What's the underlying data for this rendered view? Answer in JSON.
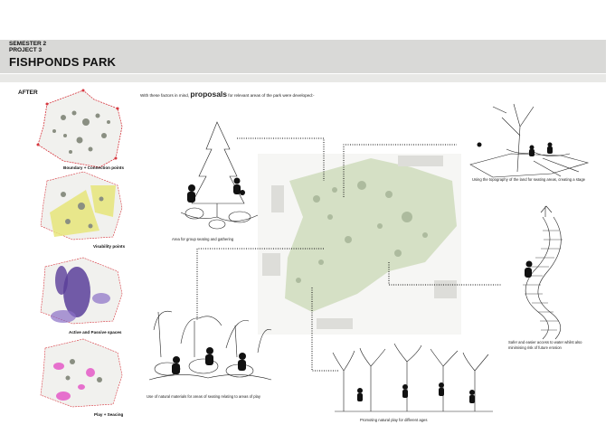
{
  "header": {
    "semester": "SEMESTER 2",
    "project": "PROJECT 3",
    "title": "FISHPONDS PARK"
  },
  "section_label": "AFTER",
  "intro": {
    "before": "With these factors in mind, ",
    "highlight": "proposals",
    "after": " for relevant areas of the park were developed:-"
  },
  "analysis_panels": [
    {
      "label": "Boundary + Connection points"
    },
    {
      "label": "Visability points"
    },
    {
      "label": "Active and Passive spaces"
    },
    {
      "label": "Play + Seacing"
    }
  ],
  "proposals": [
    {
      "caption": "Area for group seating and gathering"
    },
    {
      "caption": "Using the topography of the land for seating areas, creating a stage"
    },
    {
      "caption": "Safer and easier access to water whilst also minimising risk of future erosion"
    },
    {
      "caption": "Use of natural materials for areas of seating relating to areas of play"
    },
    {
      "caption": "Promoting natural play for different ages"
    }
  ],
  "colors": {
    "header_band": "#d9d9d7",
    "boundary": "#d7373f",
    "visibility": "#e7e67a",
    "active": "#5b3f9a",
    "play": "#e55ac8",
    "park_green": "#cfdcbc"
  }
}
